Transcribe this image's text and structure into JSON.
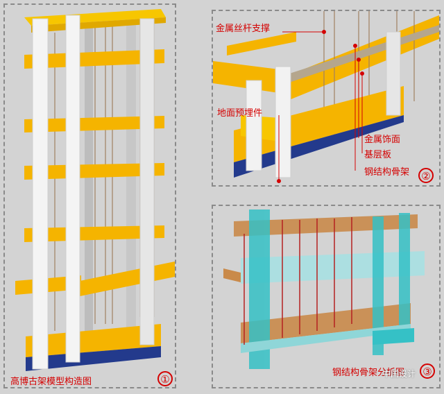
{
  "panel1": {
    "caption": "高博古架模型构造图",
    "number": "①"
  },
  "panel2": {
    "number": "②",
    "labels": {
      "metal_rod": "金属丝杆支撑",
      "ground_embed": "地面预埋件",
      "metal_facing": "金属饰面",
      "base_board": "基层板",
      "steel_frame": "钢结构骨架"
    }
  },
  "panel3": {
    "caption": "钢结构骨架分析图",
    "number": "③"
  },
  "watermark": {
    "text": "中国设计"
  },
  "colors": {
    "yellow": "#f5b400",
    "navy": "#233a8c",
    "red": "#d40000",
    "teal": "#35c1c6",
    "wood": "#c98a4a"
  }
}
